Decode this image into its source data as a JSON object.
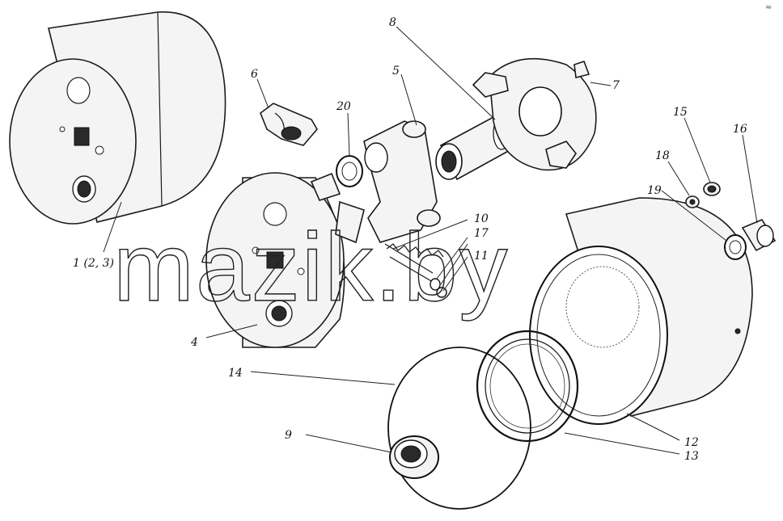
{
  "labels": {
    "l1": "1 (2, 3)",
    "l4": "4",
    "l5": "5",
    "l6": "6",
    "l7": "7",
    "l8": "8",
    "l9": "9",
    "l10": "10",
    "l11": "11",
    "l12": "12",
    "l13": "13",
    "l14": "14",
    "l15": "15",
    "l16": "16",
    "l17": "17",
    "l18": "18",
    "l19": "19",
    "l20": "20"
  },
  "watermark": "mazik.by",
  "corner_mark": "≈"
}
